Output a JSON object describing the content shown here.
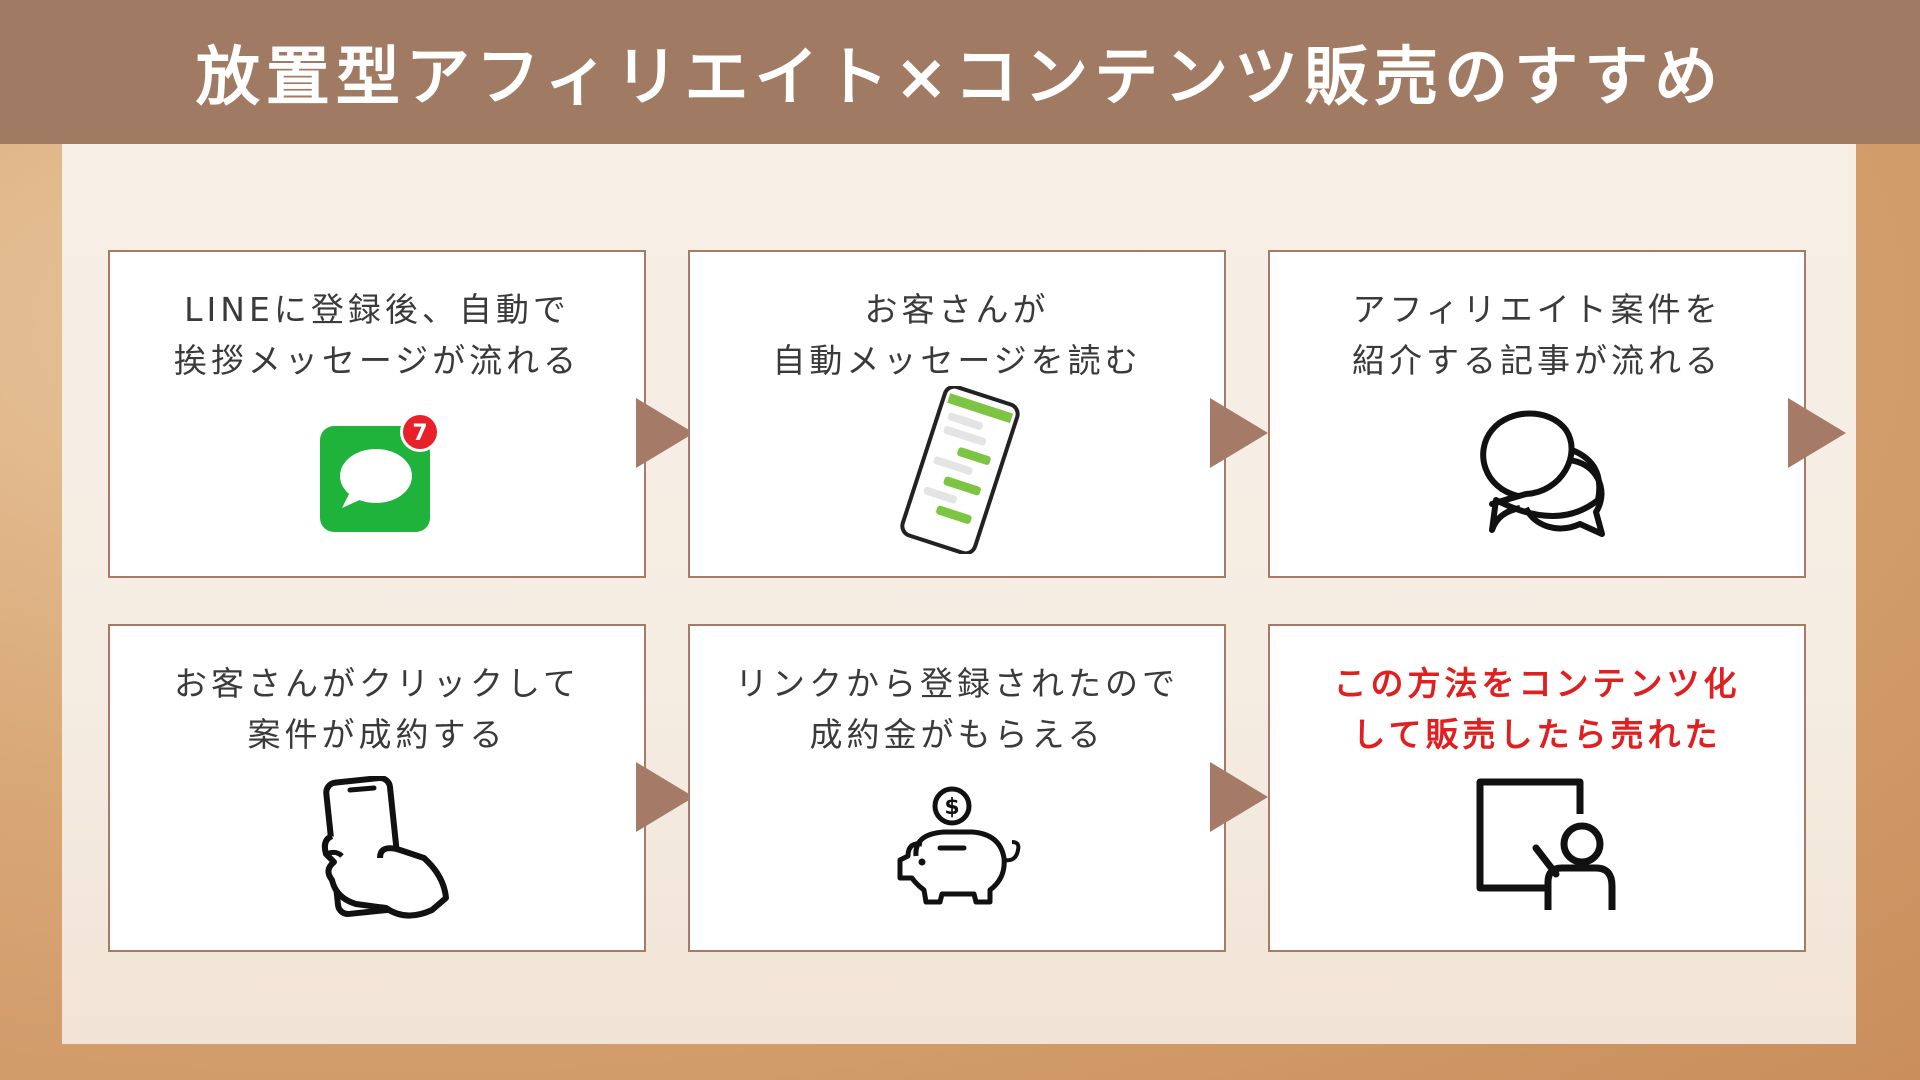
{
  "header": {
    "title": "放置型アフィリエイト×コンテンツ販売のすすめ"
  },
  "steps": [
    {
      "lines": [
        "LINEに登録後、自動で",
        "挨拶メッセージが流れる"
      ],
      "icon": "chat-app-icon",
      "badge": "7"
    },
    {
      "lines": [
        "お客さんが",
        "自動メッセージを読む"
      ],
      "icon": "smartphone-chat-icon"
    },
    {
      "lines": [
        "アフィリエイト案件を",
        "紹介する記事が流れる"
      ],
      "icon": "speech-bubbles-icon"
    },
    {
      "lines": [
        "お客さんがクリックして",
        "案件が成約する"
      ],
      "icon": "hand-holding-phone-icon"
    },
    {
      "lines": [
        "リンクから登録されたので",
        "成約金がもらえる"
      ],
      "icon": "piggy-bank-icon"
    },
    {
      "lines": [
        "この方法をコンテンツ化",
        "して販売したら売れた"
      ],
      "icon": "presentation-icon"
    }
  ],
  "colors": {
    "header_bg": "#a07a63",
    "card_border": "#a57a66",
    "arrow": "#a57a66",
    "highlight_text": "#e02020",
    "line_green": "#1fb33b",
    "badge_red": "#e8202a"
  }
}
